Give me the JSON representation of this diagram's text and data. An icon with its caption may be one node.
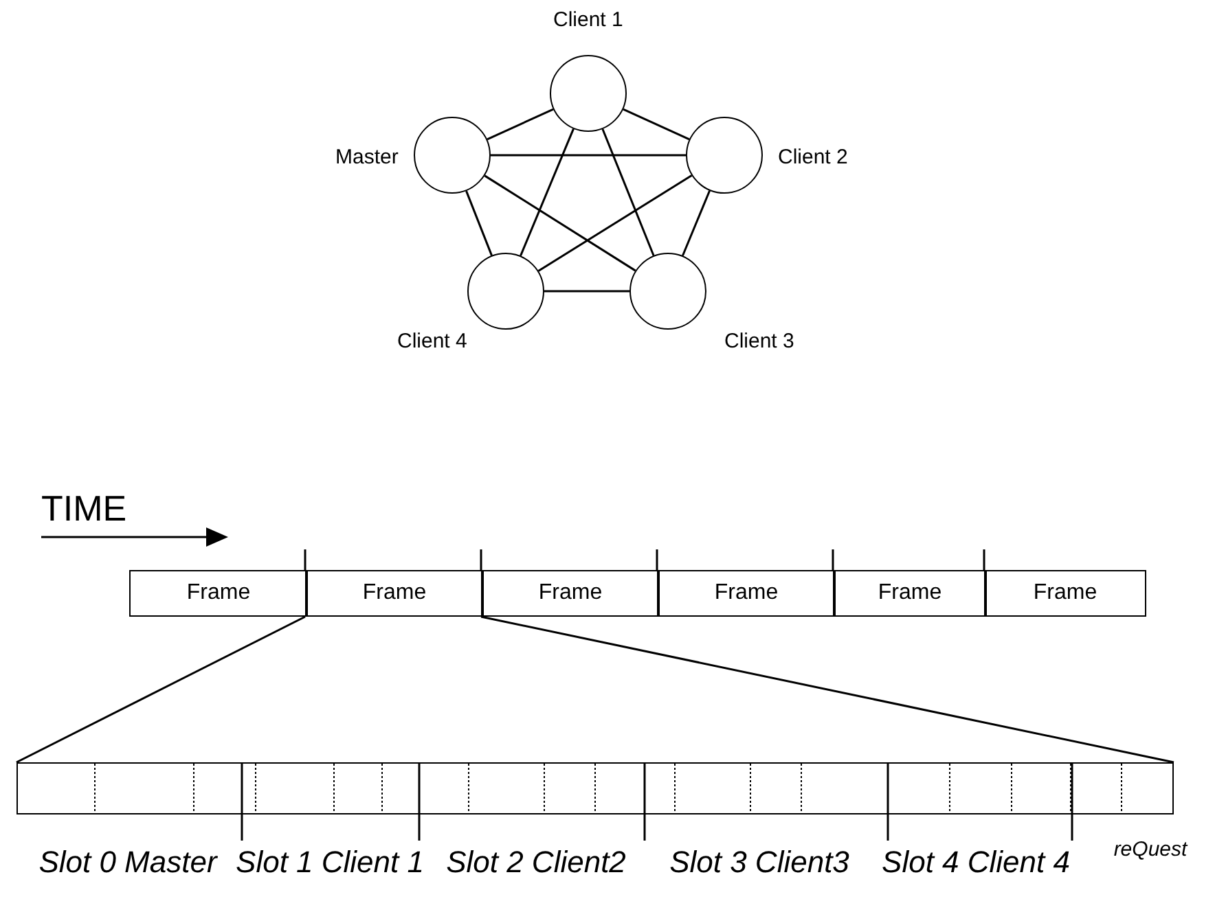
{
  "diagram": {
    "nodes": [
      {
        "text": [],
        "shape": "circle",
        "beside": [
          "Client 1"
        ]
      },
      {
        "text": [],
        "shape": "circle",
        "beside": [
          "Master"
        ]
      },
      {
        "text": [],
        "shape": "circle",
        "beside": [
          "Client 2"
        ]
      },
      {
        "text": [],
        "shape": "circle",
        "beside": [
          "Client 4"
        ]
      },
      {
        "text": [],
        "shape": "circle",
        "beside": [
          "Client 3"
        ]
      },
      {
        "text": [
          "Frame"
        ]
      },
      {
        "text": [
          "Frame"
        ]
      },
      {
        "text": [
          "Frame"
        ]
      },
      {
        "text": [
          "Frame"
        ]
      },
      {
        "text": [
          "Frame"
        ]
      },
      {
        "text": [
          "Frame"
        ]
      },
      {
        "text": [],
        "shape": "bar"
      }
    ],
    "edges": [
      {
        "from": 0,
        "to": 1,
        "arrow": "none"
      },
      {
        "from": 0,
        "to": 2,
        "arrow": "none"
      },
      {
        "from": 0,
        "to": 3,
        "arrow": "none"
      },
      {
        "from": 0,
        "to": 4,
        "arrow": "none"
      },
      {
        "from": 1,
        "to": 2,
        "arrow": "none"
      },
      {
        "from": 1,
        "to": 3,
        "arrow": "none"
      },
      {
        "from": 1,
        "to": 4,
        "arrow": "none"
      },
      {
        "from": 2,
        "to": 3,
        "arrow": "none"
      },
      {
        "from": 2,
        "to": 4,
        "arrow": "none"
      },
      {
        "from": 3,
        "to": 4,
        "arrow": "none"
      },
      {
        "from": 6,
        "to": 11,
        "arrow": "none"
      },
      {
        "from": 6,
        "to": 11,
        "arrow": "none"
      }
    ],
    "labels": [
      "TIME",
      "Slot 0 Master",
      "Slot 1 Client 1",
      "Slot 2 Client2",
      "Slot 3 Client3",
      "Slot 4 Client 4",
      "reQuest"
    ]
  }
}
